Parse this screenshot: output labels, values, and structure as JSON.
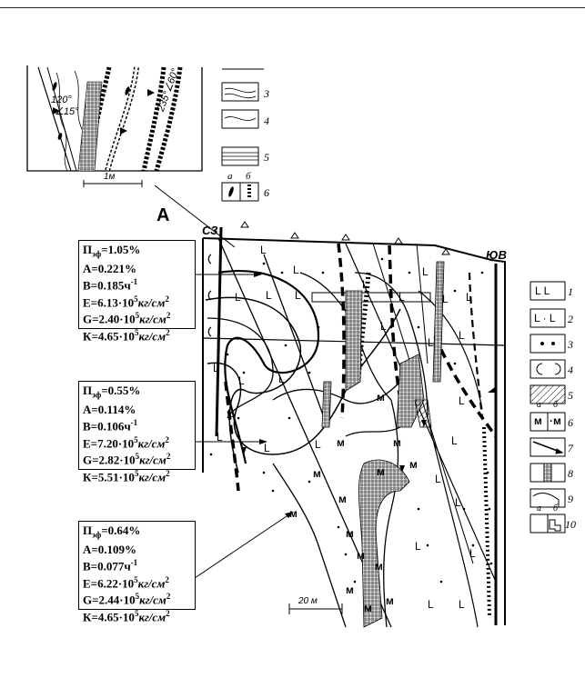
{
  "figure_label": "А",
  "direction_left": "СЗ",
  "direction_right": "ЮВ",
  "inset": {
    "scale": "1м",
    "angle_a": "120°",
    "angle_b": "∠15°",
    "angle_c": "235°∠60°"
  },
  "scale_bar": "20 м",
  "boxes": [
    {
      "rows": [
        {
          "prefix": "П",
          "sub": "эф",
          "value": "=1.05%"
        },
        {
          "prefix": "А",
          "value": "=0.221%"
        },
        {
          "prefix": "В",
          "value": "=0.185ч",
          "sup": "-1"
        },
        {
          "prefix": "Е",
          "value": "=6.13·10",
          "sup": "5",
          "unit": "кг/см",
          "unit_sup": "2"
        },
        {
          "prefix": "G",
          "value": "=2.40·10",
          "sup": "5",
          "unit": "кг/см",
          "unit_sup": "2"
        },
        {
          "prefix": "К",
          "value": "=4.65·10",
          "sup": "5",
          "unit": "кг/см",
          "unit_sup": "2"
        }
      ]
    },
    {
      "rows": [
        {
          "prefix": "П",
          "sub": "эф",
          "value": "=0.55%"
        },
        {
          "prefix": "А",
          "value": "=0.114%"
        },
        {
          "prefix": "В",
          "value": "=0.106ч",
          "sup": "-1"
        },
        {
          "prefix": "Е",
          "value": "=7.20·10",
          "sup": "5",
          "unit": "кг/см",
          "unit_sup": "2"
        },
        {
          "prefix": "G",
          "value": "=2.82·10",
          "sup": "5",
          "unit": "кг/см",
          "unit_sup": "2"
        },
        {
          "prefix": "К",
          "value": "=5.51·10",
          "sup": "5",
          "unit": "кг/см",
          "unit_sup": "2"
        }
      ]
    },
    {
      "rows": [
        {
          "prefix": "П",
          "sub": "эф",
          "value": "=0.64%"
        },
        {
          "prefix": "А",
          "value": "=0.109%"
        },
        {
          "prefix": "В",
          "value": "=0.077ч",
          "sup": "-1"
        },
        {
          "prefix": "Е",
          "value": "=6.22·10",
          "sup": "5",
          "unit": "кг/см",
          "unit_sup": "2"
        },
        {
          "prefix": "G",
          "value": "=2.44·10",
          "sup": "5",
          "unit": "кг/см",
          "unit_sup": "2"
        },
        {
          "prefix": "К",
          "value": "=4.65·10",
          "sup": "5",
          "unit": "кг/см",
          "unit_sup": "2"
        }
      ]
    }
  ],
  "legend_top": [
    {
      "num": "3"
    },
    {
      "num": "4"
    },
    {
      "num": "5"
    },
    {
      "num": "6",
      "a": "а",
      "b": "б"
    }
  ],
  "legend_right": [
    {
      "num": "1",
      "glyph": "L  L"
    },
    {
      "num": "2",
      "glyph": "L · L"
    },
    {
      "num": "3"
    },
    {
      "num": "4"
    },
    {
      "num": "5"
    },
    {
      "num": "6",
      "a": "а",
      "b": "б",
      "glyph_a": "м",
      "glyph_b": "·м"
    },
    {
      "num": "7"
    },
    {
      "num": "8"
    },
    {
      "num": "9"
    },
    {
      "num": "10",
      "a": "а",
      "b": "б"
    }
  ],
  "map_symbols": {
    "lava": "L",
    "metasomatite": "м"
  }
}
